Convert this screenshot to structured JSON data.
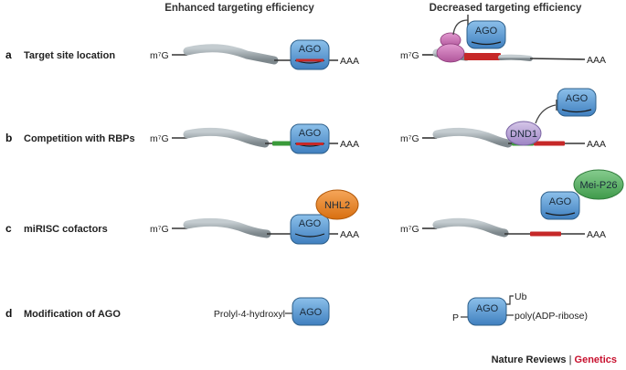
{
  "columns": {
    "enhanced": "Enhanced targeting efficiency",
    "decreased": "Decreased targeting efficiency"
  },
  "rows": [
    {
      "letter": "a",
      "label": "Target site location"
    },
    {
      "letter": "b",
      "label": "Competition with RBPs"
    },
    {
      "letter": "c",
      "label": "miRISC cofactors"
    },
    {
      "letter": "d",
      "label": "Modification of AGO"
    }
  ],
  "mrna": {
    "cap_label": "m⁷G",
    "tail_label": "AAA"
  },
  "proteins": {
    "ago": "AGO",
    "dnd1": "DND1",
    "nhl2": "NHL2",
    "meip26": "Mei-P26"
  },
  "modifications": {
    "hydroxyl": "Prolyl-4-hydroxyl",
    "phospho": "P",
    "ubiquitin": "Ub",
    "parylation": "poly(ADP-ribose)"
  },
  "credit": {
    "publisher": "Nature Reviews",
    "separator": "|",
    "journal": "Genetics"
  },
  "colors": {
    "ago_fill": "#5b9bd5",
    "ago_stroke": "#2e5f8a",
    "mirna_red": "#c62828",
    "rbp_green": "#3a9a3a",
    "utr_gray": "#9aa3a8",
    "dnd1_fill": "#b9a3d6",
    "nhl2_fill": "#e8821e",
    "meip26_fill": "#5fb36a",
    "ribosome_fill": "#c96bb0"
  }
}
